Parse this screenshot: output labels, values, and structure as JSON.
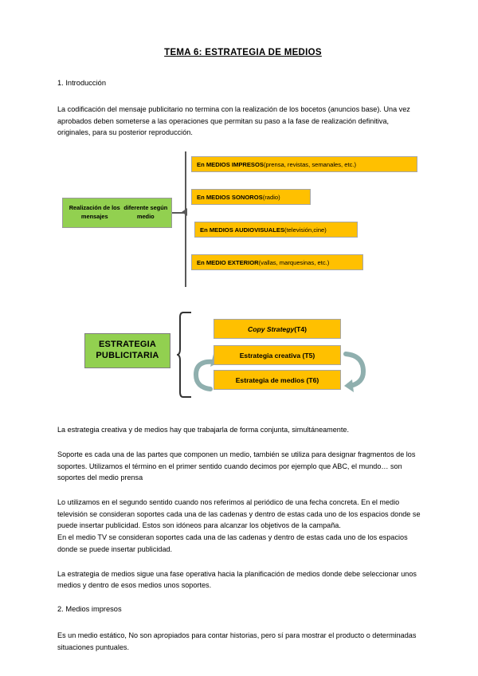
{
  "document": {
    "title": "TEMA 6: ESTRATEGIA DE MEDIOS",
    "section1_heading": "1. Introducción",
    "intro_paragraph": "La codificación del mensaje publicitario no termina con la realización de los bocetos (anuncios base). Una vez aprobados deben someterse a las operaciones que permitan su paso a la fase de realización definitiva, originales, para su posterior reproducción.",
    "paragraph_estrategia": "La estrategia creativa y de medios hay que trabajarla de forma conjunta, simultáneamente.",
    "paragraph_soporte": "Soporte es cada una de las partes que componen un medio, también se utiliza para designar fragmentos de los soportes. Utilizamos el término en el primer sentido cuando decimos por ejemplo que ABC, el mundo… son soportes del medio prensa",
    "paragraph_segundo_sentido": "Lo utilizamos en el segundo sentido cuando nos referimos al periódico de una fecha concreta. En el medio televisión se consideran soportes cada una de las cadenas y dentro de estas cada uno de los espacios donde se puede insertar publicidad. Estos son idóneos para alcanzar los objetivos de la campaña.",
    "paragraph_medio_tv": "En el medio TV se consideran soportes cada una de las cadenas y dentro de estas cada uno de los espacios donde se puede insertar publicidad.",
    "paragraph_fase_operativa": "La estrategia de medios sigue una fase operativa hacia la planificación de medios donde debe seleccionar unos medios y dentro de esos medios unos soportes.",
    "section2_heading": "2. Medios impresos",
    "paragraph_medio_estatico": "Es un medio estático, No son apropiados para contar historias, pero sí para mostrar el producto o determinadas situaciones puntuales."
  },
  "diagram1": {
    "source_label_line1": "Realización de los mensajes",
    "source_label_line2": "diferente según medio",
    "items": [
      {
        "strong": "En MEDIOS IMPRESOS",
        "rest": " (prensa, revistas, semanales, etc.)"
      },
      {
        "strong": "En MEDIOS SONOROS",
        "rest": " (radio)"
      },
      {
        "strong": "En MEDIOS AUDIOVISUALES",
        "rest": " (televisión,cine)"
      },
      {
        "strong": "En MEDIO EXTERIOR",
        "rest": " (vallas, marquesinas, etc.)"
      }
    ]
  },
  "diagram2": {
    "source_line1": "ESTRATEGIA",
    "source_line2": "PUBLICITARIA",
    "items": [
      {
        "italic": "Copy Strategy",
        "rest": " (T4)"
      },
      {
        "italic": "",
        "rest": "Estrategia creativa (T5)"
      },
      {
        "italic": "",
        "rest": "Estrategia de medios (T6)"
      }
    ]
  },
  "colors": {
    "green_box": "#92D050",
    "orange_box": "#FFC000",
    "connector": "#595959",
    "arrow_arc": "#8FAFAE"
  }
}
